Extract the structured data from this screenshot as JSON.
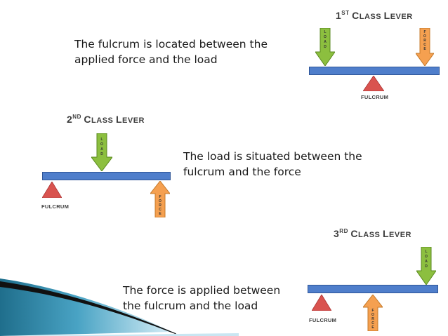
{
  "descriptions": {
    "first": [
      "The fulcrum is located between the",
      "applied force and the load"
    ],
    "second": [
      "The load is situated between the",
      "fulcrum and the force"
    ],
    "third": [
      "The force is applied between",
      "the fulcrum and the load"
    ]
  },
  "levers": {
    "first": {
      "num": "1",
      "suffix": "ST",
      "c1": "C",
      "c_rest": "LASS",
      "l1": "L",
      "l_rest": "EVER",
      "fulcrum": "FULCRUM",
      "load": "LOAD",
      "force": "FORCE"
    },
    "second": {
      "num": "2",
      "suffix": "ND",
      "c1": "C",
      "c_rest": "LASS",
      "l1": "L",
      "l_rest": "EVER",
      "fulcrum": "FULCRUM",
      "load": "LOAD",
      "force": "FORCE"
    },
    "third": {
      "num": "3",
      "suffix": "RD",
      "c1": "C",
      "c_rest": "LASS",
      "l1": "L",
      "l_rest": "EVER",
      "fulcrum": "FULCRUM",
      "load": "LOAD",
      "force": "FORCE"
    }
  },
  "colors": {
    "beam": "#4f7ecb",
    "load_arrow": "#8cbf3f",
    "force_arrow": "#f5a050",
    "fulcrum": "#d9534f"
  }
}
